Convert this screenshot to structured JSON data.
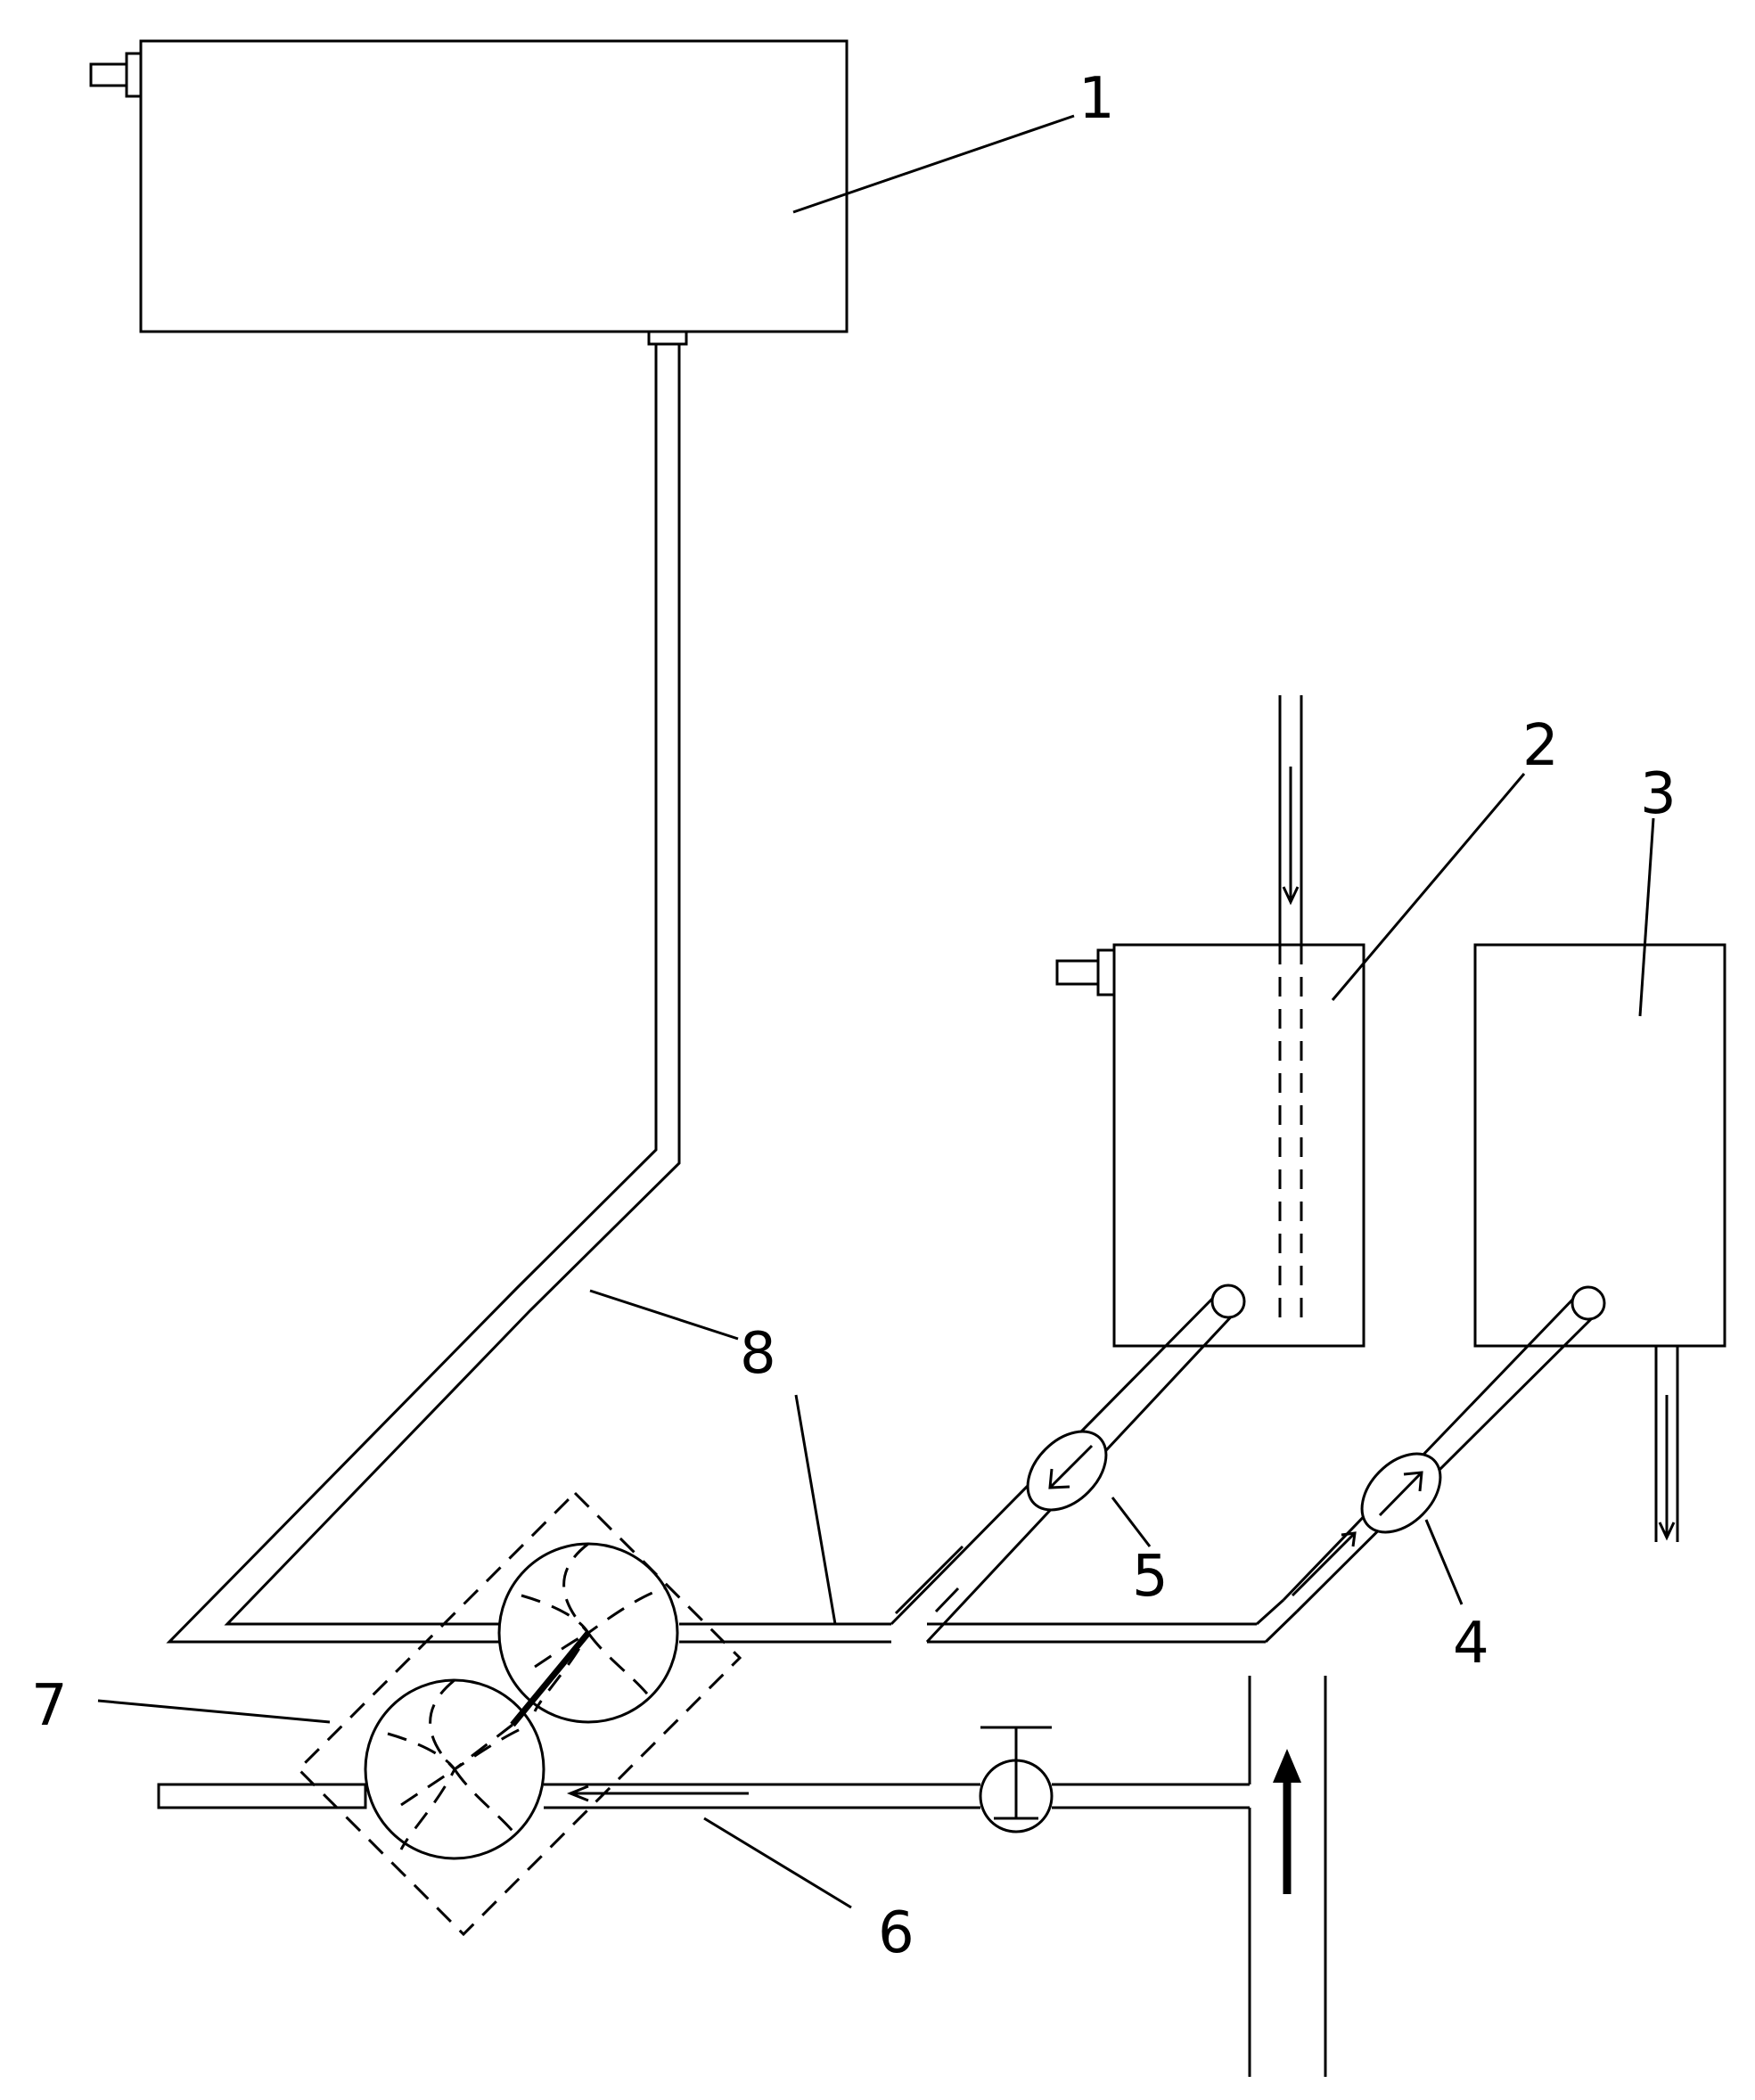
{
  "labels": {
    "tank_1": "1",
    "tank_2": "2",
    "tank_3": "3",
    "valve_4": "4",
    "valve_5": "5",
    "inlet_pipe_6": "6",
    "pump_assembly_7": "7",
    "pipe_8_upper": "8",
    "pipe_8_lower": "8"
  },
  "colors": {
    "stroke": "#000000",
    "background": "#ffffff"
  }
}
